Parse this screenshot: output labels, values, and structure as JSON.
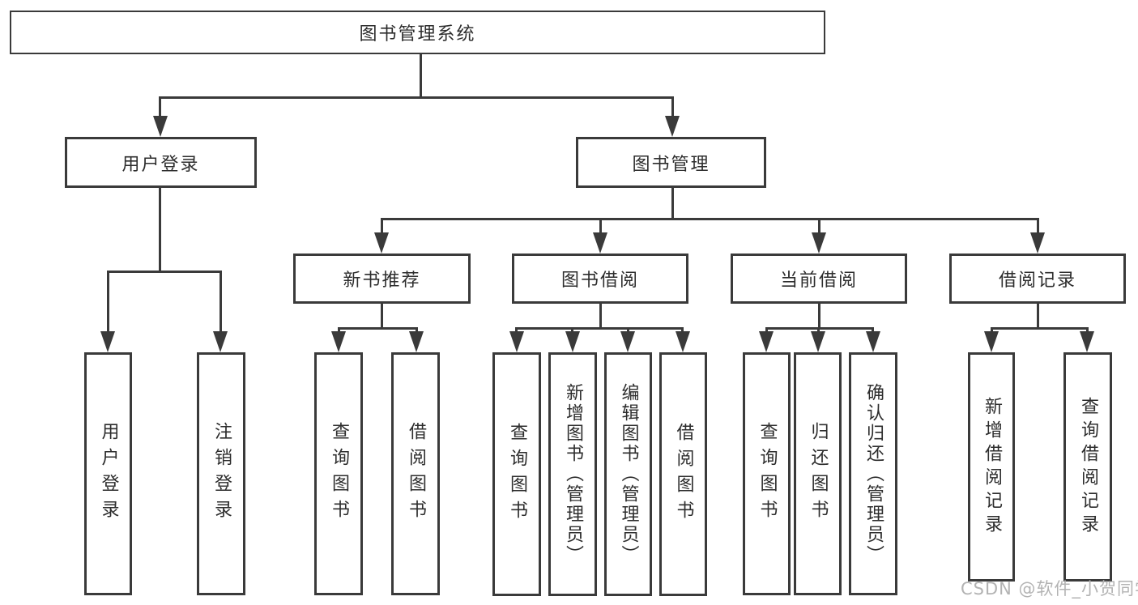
{
  "diagram": {
    "root": {
      "label": "图书管理系统"
    },
    "branches": {
      "user_login": {
        "label": "用户登录",
        "children": [
          "用户登录",
          "注销登录"
        ]
      },
      "book_mgmt": {
        "label": "图书管理",
        "sections": {
          "new_books": {
            "label": "新书推荐",
            "children": [
              "查询图书",
              "借阅图书"
            ]
          },
          "book_borrow": {
            "label": "图书借阅",
            "children": [
              "查询图书",
              "新增图书（管理员）",
              "编辑图书（管理员）",
              "借阅图书"
            ]
          },
          "current_borrow": {
            "label": "当前借阅",
            "children": [
              "查询图书",
              "归还图书",
              "确认归还（管理员）"
            ]
          },
          "borrow_records": {
            "label": "借阅记录",
            "children": [
              "新增借阅记录",
              "查询借阅记录"
            ]
          }
        }
      }
    },
    "watermark": "CSDN @软件_小贺同学",
    "colors": {
      "line": "#3a3a3a",
      "text": "#2d2d2d",
      "watermark": "#b3b3b3",
      "background": "#ffffff"
    }
  }
}
